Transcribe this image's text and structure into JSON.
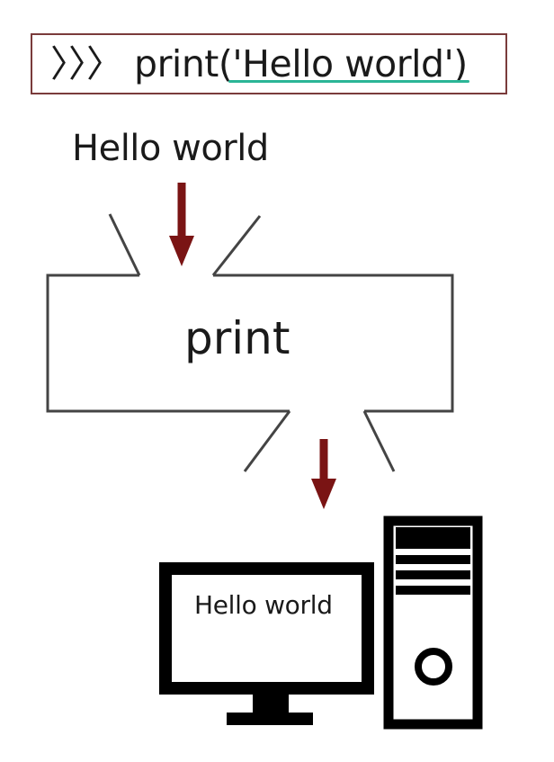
{
  "code": {
    "prompt": "〉〉〉",
    "statement": "print('Hello world')"
  },
  "input_text": "Hello world",
  "function_name": "print",
  "output_screen_text": "Hello world",
  "icons": {
    "down_arrow": "down-arrow-icon",
    "computer": "computer-icon"
  },
  "colors": {
    "arrow": "#7a1414",
    "underline": "#2bb596",
    "code_box_border": "#7a3b3b",
    "outline": "#444444"
  }
}
